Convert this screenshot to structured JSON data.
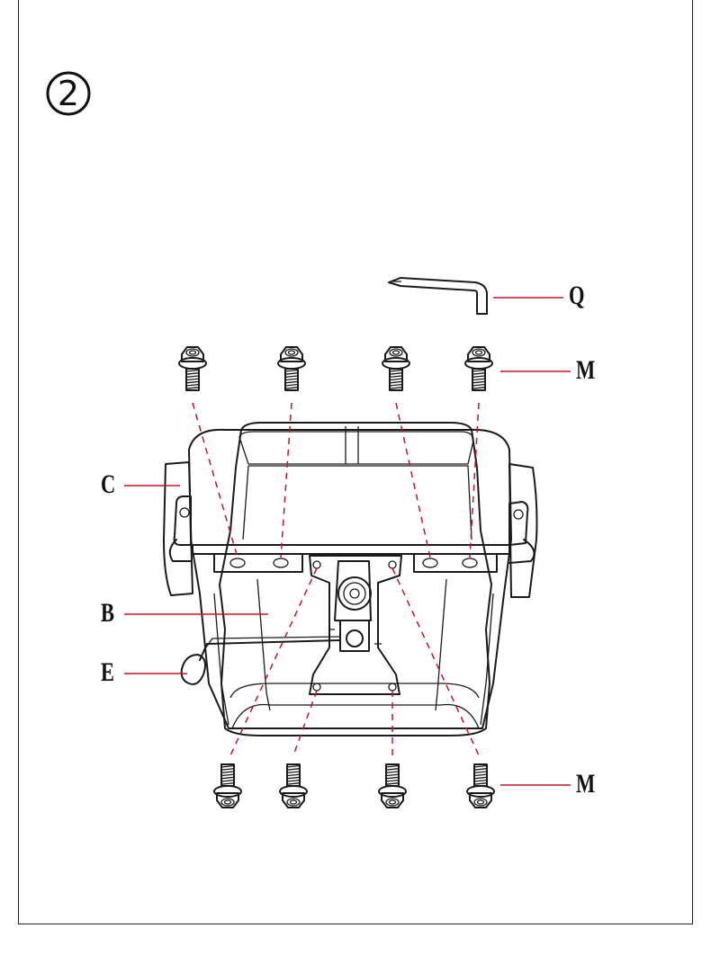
{
  "step": {
    "number": "2"
  },
  "labels": {
    "wrench": "Q",
    "bolts_top": "M",
    "armrest": "C",
    "seat": "B",
    "lever": "E",
    "bolts_bottom": "M"
  },
  "colors": {
    "line": "#1a1a1a",
    "leader": "#c8102e",
    "frame": "#222222"
  },
  "icons": {
    "step_badge": "circled-number",
    "wrench": "allen-key-icon",
    "bolt": "flange-bolt-icon"
  }
}
